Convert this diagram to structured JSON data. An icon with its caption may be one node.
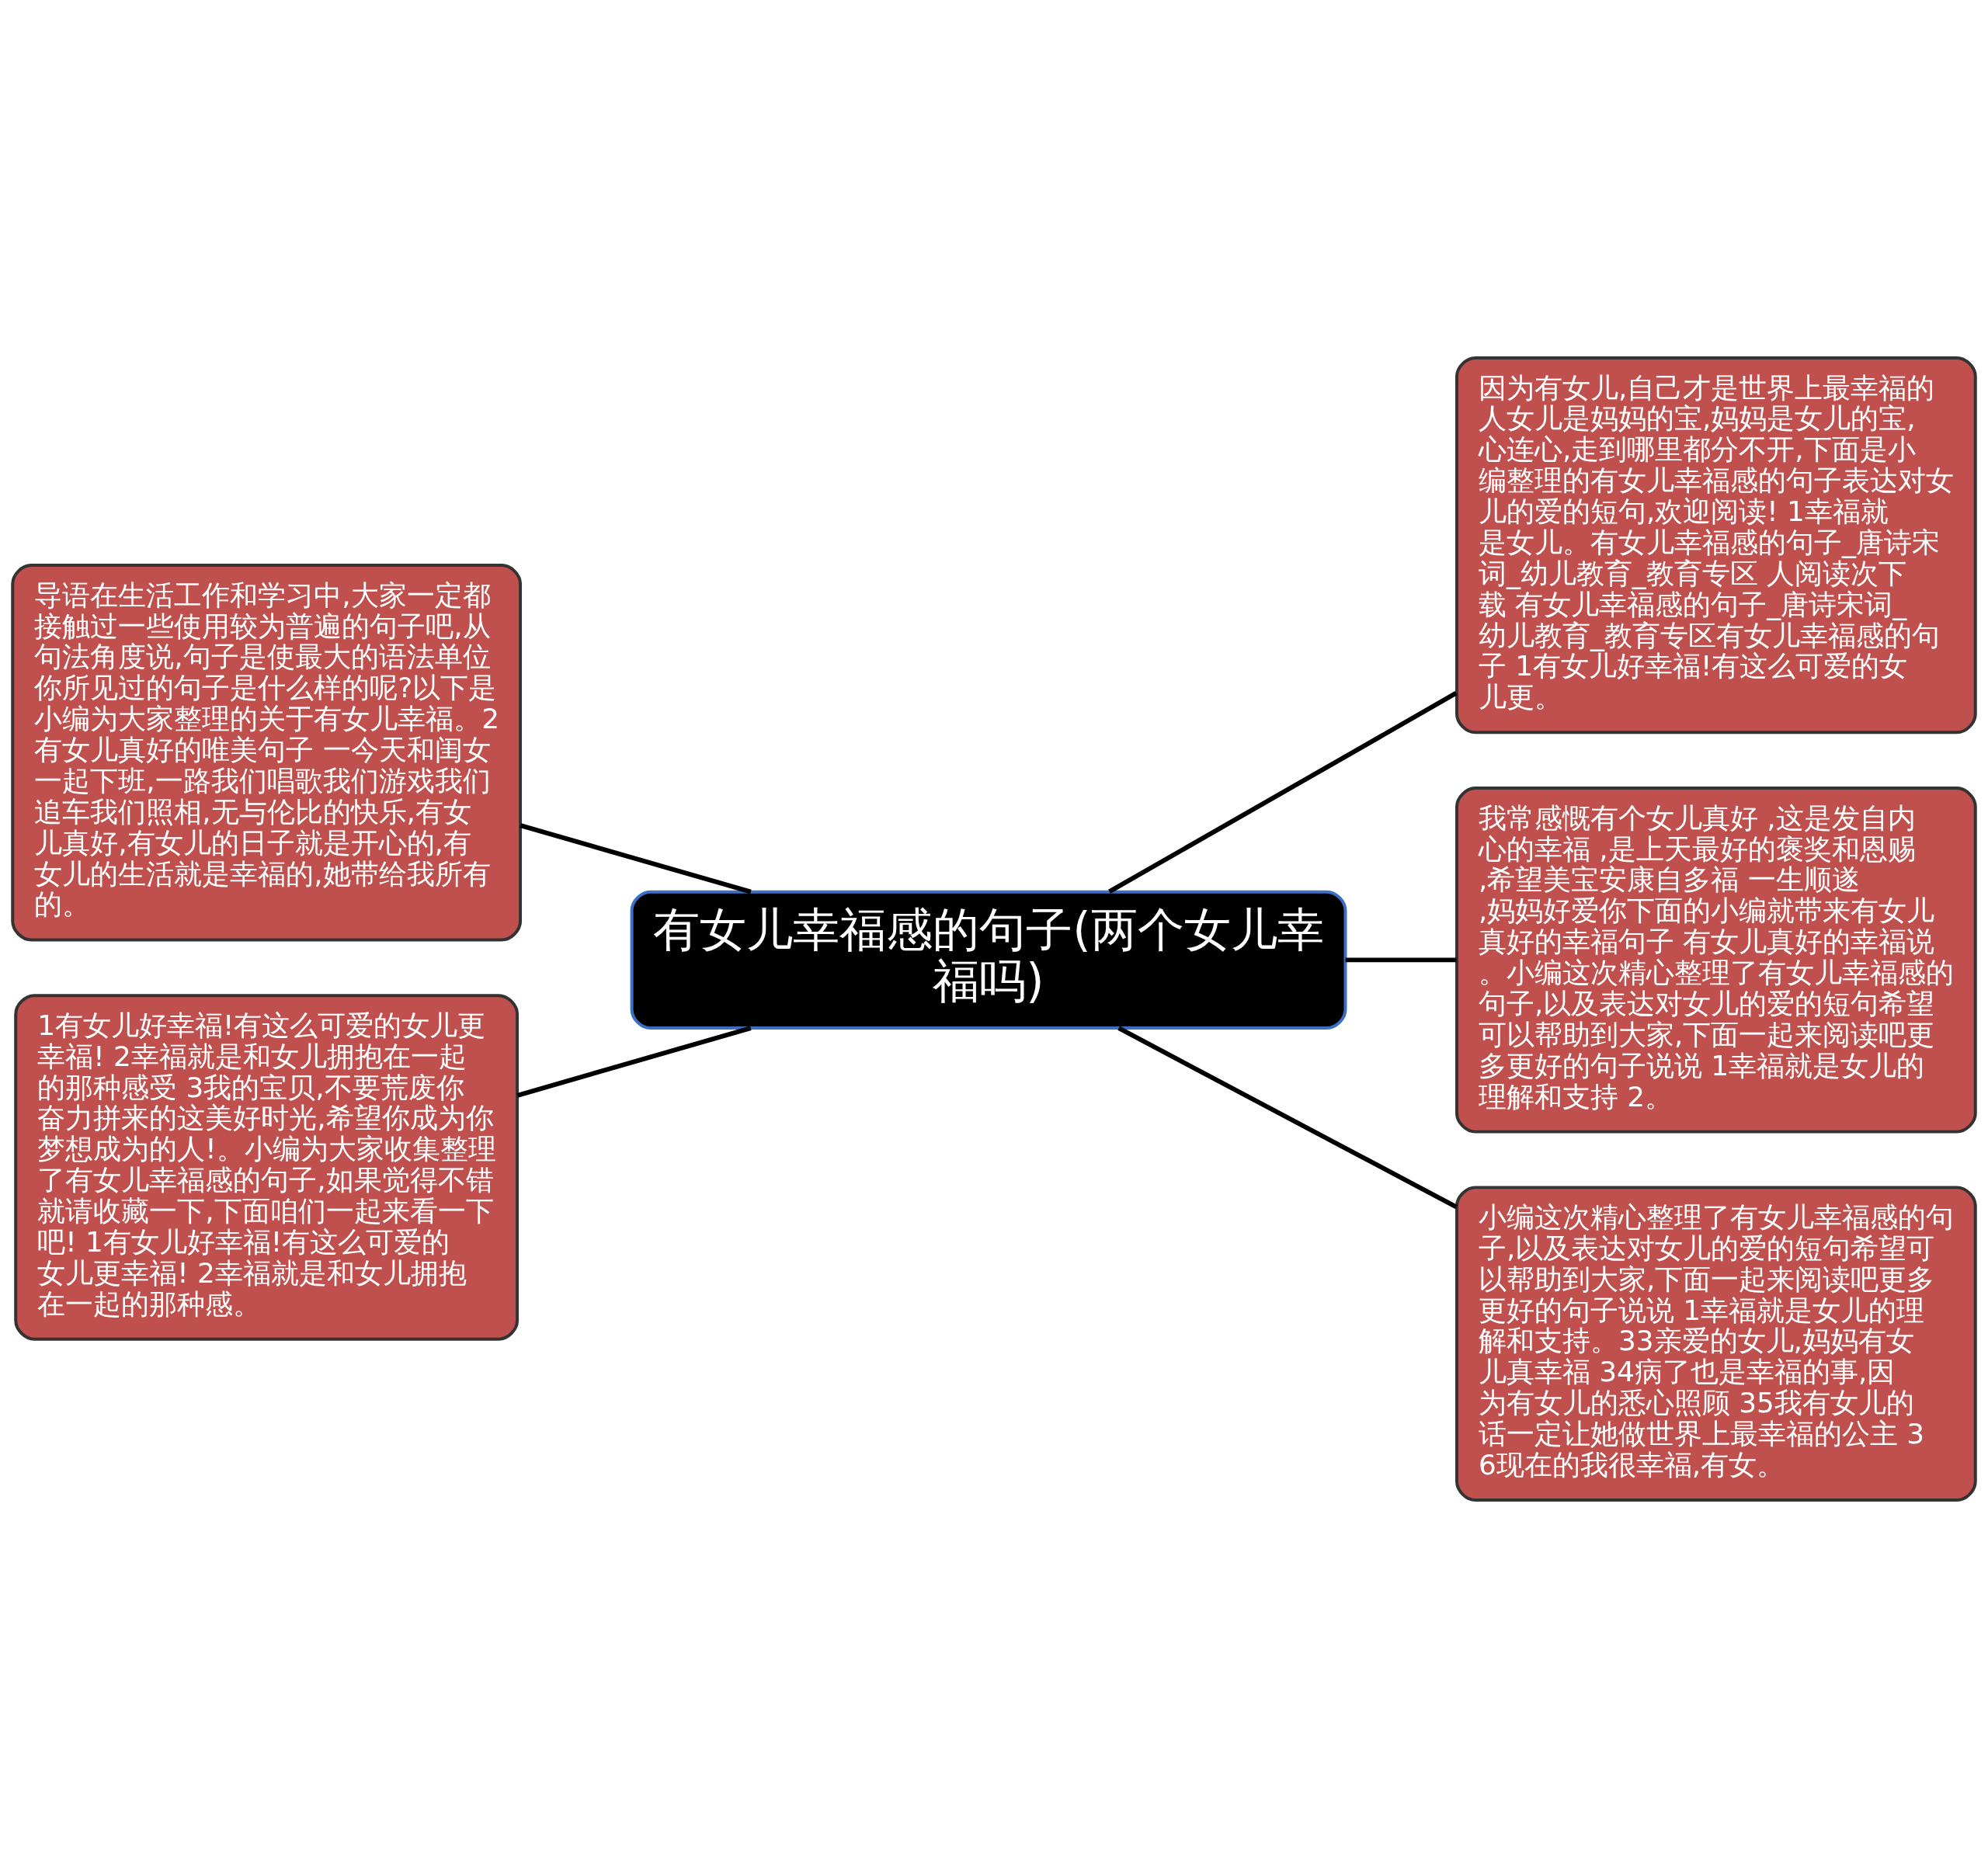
{
  "diagram": {
    "nodes": [
      {
        "text": [
          "有女儿幸福感的句子(两个女儿幸福吗)"
        ]
      },
      {
        "text": [
          "导语在生活工作和学习中,大家一定都接触过一些使用较为普遍的句子吧,从句法角度说,句子是使最大的语法单位你所见过的句子是什么样的呢?以下是小编为大家整理的关于有女儿幸福。2有女儿真好的唯美句子 一今天和闺女一起下班,一路我们唱歌我们游戏我们追车我们照相,无与伦比的快乐,有女儿真好,有女儿的日子就是开心的,有女儿的生活就是幸福的,她带给我所有的。"
        ]
      },
      {
        "text": [
          "1有女儿好幸福!有这么可爱的女儿更幸福! 2幸福就是和女儿拥抱在一起的那种感受 3我的宝贝,不要荒废你奋力拼来的这美好时光,希望你成为你梦想成为的人!。小编为大家收集整理了有女儿幸福感的句子,如果觉得不错就请收藏一下,下面咱们一起来看一下吧! 1有女儿好幸福!有这么可爱的女儿更幸福! 2幸福就是和女儿拥抱在一起的那种感。"
        ]
      },
      {
        "text": [
          "因为有女儿,自己才是世界上最幸福的人女儿是妈妈的宝,妈妈是女儿的宝,心连心,走到哪里都分不开,下面是小编整理的有女儿幸福感的句子表达对女儿的爱的短句,欢迎阅读! 1幸福就是女儿。有女儿幸福感的句子_唐诗宋词_幼儿教育_教育专区 人阅读次下载 有女儿幸福感的句子_唐诗宋词_幼儿教育_教育专区有女儿幸福感的句子 1有女儿好幸福!有这么可爱的女儿更。"
        ]
      },
      {
        "text": [
          "我常感慨有个女儿真好 ,这是发自内心的幸福 ,是上天最好的褒奖和恩赐 ,希望美宝安康自多福 一生顺遂 ,妈妈好爱你下面的小编就带来有女儿真好的幸福句子 有女儿真好的幸福说。小编这次精心整理了有女儿幸福感的句子,以及表达对女儿的爱的短句希望可以帮助到大家,下面一起来阅读吧更多更好的句子说说 1幸福就是女儿的理解和支持 2。"
        ]
      },
      {
        "text": [
          "小编这次精心整理了有女儿幸福感的句子,以及表达对女儿的爱的短句希望可以帮助到大家,下面一起来阅读吧更多更好的句子说说 1幸福就是女儿的理解和支持。33亲爱的女儿,妈妈有女儿真幸福 34病了也是幸福的事,因为有女儿的悉心照顾 35我有女儿的话一定让她做世界上最幸福的公主 36现在的我很幸福,有女。"
        ]
      }
    ],
    "edges": [
      {
        "from": 0,
        "to": 1,
        "arrow": "none"
      },
      {
        "from": 0,
        "to": 2,
        "arrow": "none"
      },
      {
        "from": 0,
        "to": 3,
        "arrow": "none"
      },
      {
        "from": 0,
        "to": 4,
        "arrow": "none"
      },
      {
        "from": 0,
        "to": 5,
        "arrow": "none"
      }
    ]
  }
}
